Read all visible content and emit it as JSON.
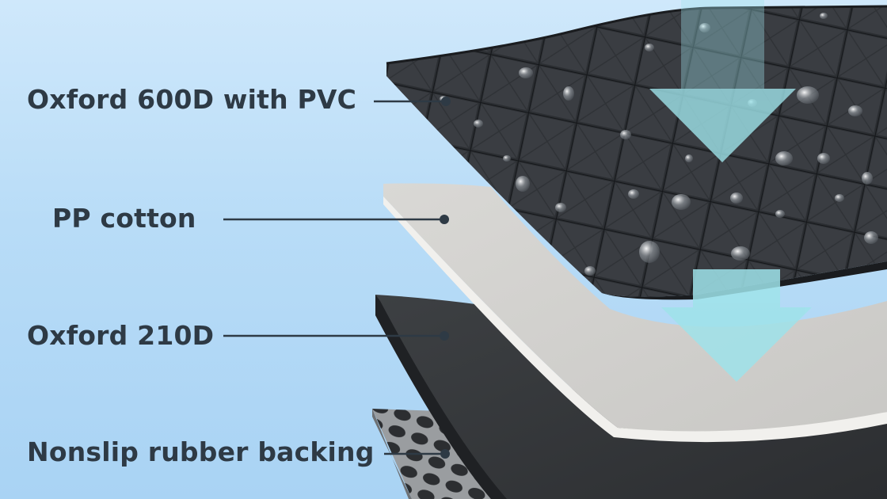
{
  "layers": [
    {
      "id": "top",
      "label": "Oxford 600D with PVC"
    },
    {
      "id": "cotton",
      "label": "PP cotton"
    },
    {
      "id": "oxford210",
      "label": "Oxford 210D"
    },
    {
      "id": "rubber",
      "label": "Nonslip rubber backing"
    }
  ],
  "colors": {
    "background_top": "#cfe8fb",
    "background_bottom": "#a9d3f4",
    "label_text": "#2e3a45",
    "arrow": "#9fe3ea",
    "top_layer": "#2c2f33",
    "cotton_layer": "#e2e1de",
    "oxford210_layer": "#3a3d40",
    "rubber_layer": "#8a8d90"
  }
}
